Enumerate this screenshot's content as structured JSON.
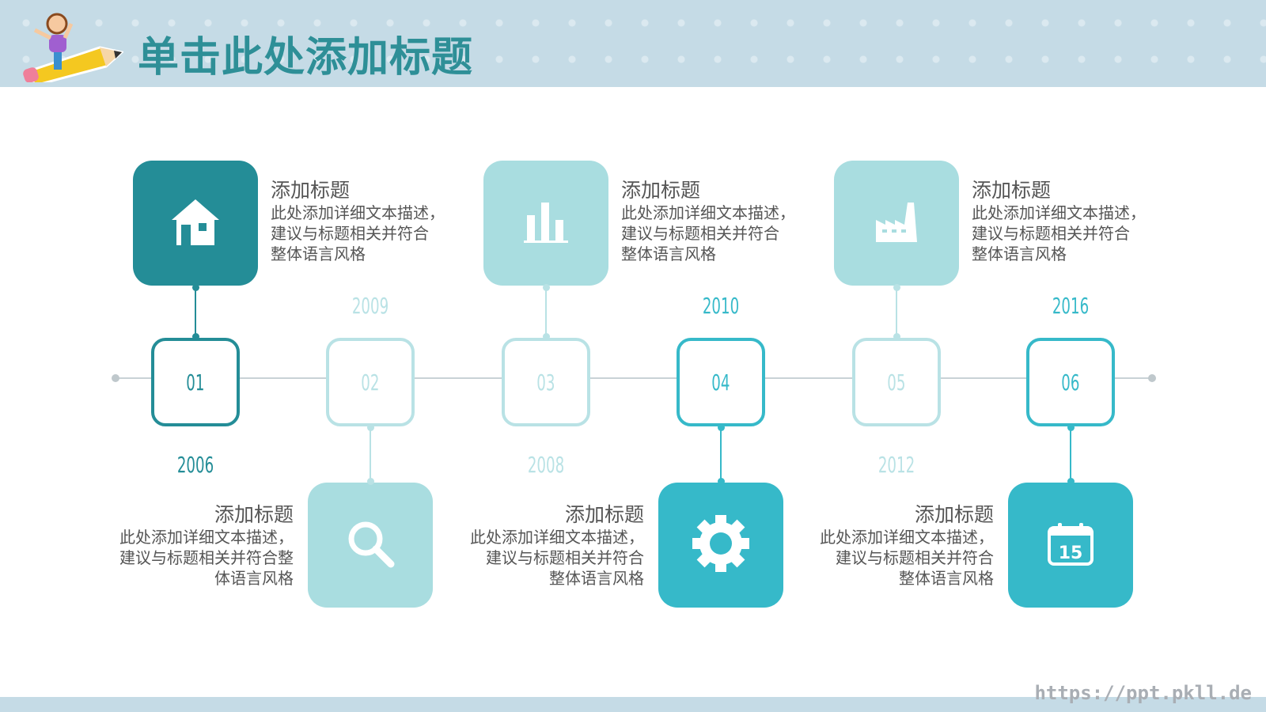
{
  "header": {
    "title": "单击此处添加标题"
  },
  "watermark": "https://ppt.pkll.de",
  "colors": {
    "dark": "#248d97",
    "light": "#a9dde0",
    "bright": "#36b9c9",
    "faded": "#b9e2e5"
  },
  "timeline": [
    {
      "number": "01",
      "year": "2006",
      "icon": "house-icon",
      "title": "添加标题",
      "desc": [
        "此处添加详细文本描述，",
        "建议与标题相关并符合",
        "整体语言风格"
      ]
    },
    {
      "number": "02",
      "year": "2009",
      "icon": "search-icon",
      "title": "添加标题",
      "desc": [
        "此处添加详细文本描述，",
        "建议与标题相关并符合整",
        "体语言风格"
      ]
    },
    {
      "number": "03",
      "year": "2008",
      "icon": "bar-chart-icon",
      "title": "添加标题",
      "desc": [
        "此处添加详细文本描述，",
        "建议与标题相关并符合",
        "整体语言风格"
      ]
    },
    {
      "number": "04",
      "year": "2010",
      "icon": "gear-icon",
      "title": "添加标题",
      "desc": [
        "此处添加详细文本描述，",
        "建议与标题相关并符合",
        "整体语言风格"
      ]
    },
    {
      "number": "05",
      "year": "2012",
      "icon": "factory-icon",
      "title": "添加标题",
      "desc": [
        "此处添加详细文本描述，",
        "建议与标题相关并符合",
        "整体语言风格"
      ]
    },
    {
      "number": "06",
      "year": "2016",
      "icon": "calendar-icon",
      "calendar_day": "15",
      "title": "添加标题",
      "desc": [
        "此处添加详细文本描述，",
        "建议与标题相关并符合",
        "整体语言风格"
      ]
    }
  ]
}
